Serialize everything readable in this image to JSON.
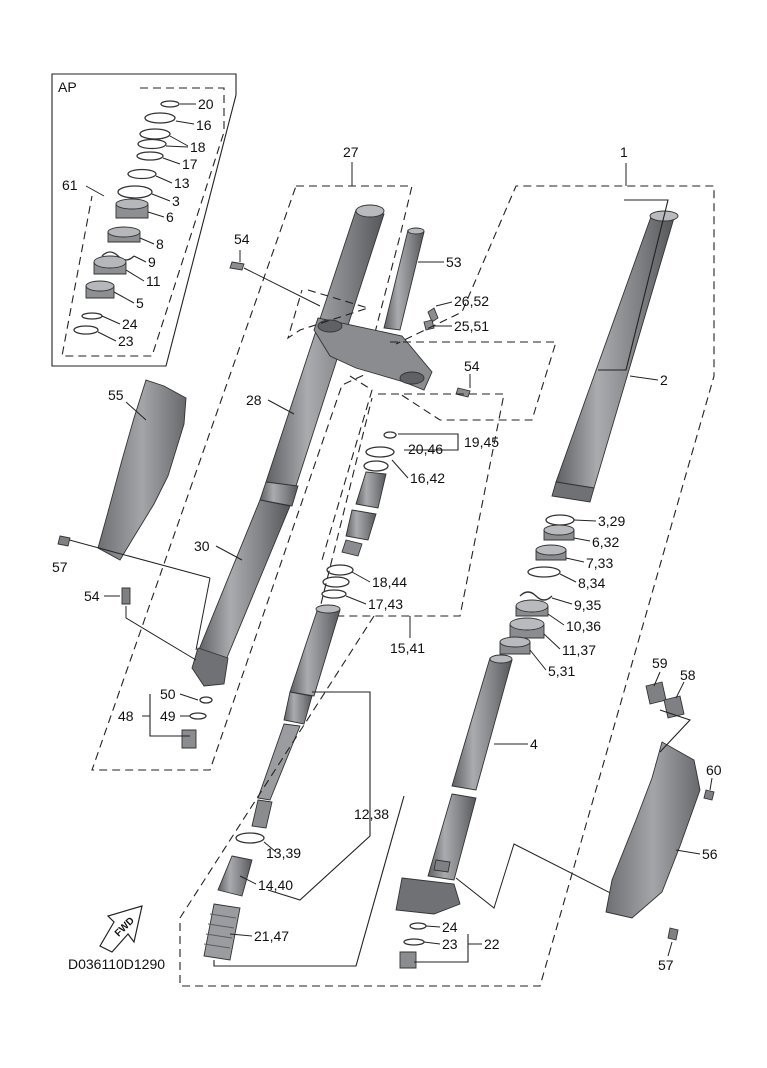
{
  "diagram": {
    "code": "D036110D1290",
    "fwd_label": "FWD",
    "box_ap_label": "AP",
    "colors": {
      "part_dark": "#7b7d80",
      "part_mid": "#9a9c9f",
      "part_light": "#c4c6c8",
      "line": "#222222"
    },
    "callouts": {
      "c1": "1",
      "c2": "2",
      "c3_29": "3,29",
      "c6_32": "6,32",
      "c7_33": "7,33",
      "c8_34": "8,34",
      "c9_35": "9,35",
      "c10_36": "10,36",
      "c11_37": "11,37",
      "c5_31": "5,31",
      "c4": "4",
      "c22": "22",
      "c24b": "24",
      "c23b": "23",
      "c27": "27",
      "c53": "53",
      "c54a": "54",
      "c26_52": "26,52",
      "c25_51": "25,51",
      "c54b": "54",
      "c28": "28",
      "c30": "30",
      "c19_45": "19,45",
      "c20_46": "20,46",
      "c16_42": "16,42",
      "c18_44": "18,44",
      "c17_43": "17,43",
      "c15_41": "15,41",
      "c12_38": "12,38",
      "c13_39": "13,39",
      "c14_40": "14,40",
      "c21_47": "21,47",
      "c55": "55",
      "c57a": "57",
      "c54c": "54",
      "c50": "50",
      "c49": "49",
      "c48": "48",
      "c59": "59",
      "c58": "58",
      "c60": "60",
      "c56": "56",
      "c57b": "57",
      "ap20": "20",
      "ap16": "16",
      "ap18": "18",
      "ap17": "17",
      "ap13": "13",
      "ap61": "61",
      "ap3": "3",
      "ap6": "6",
      "ap8": "8",
      "ap9": "9",
      "ap11": "11",
      "ap5": "5",
      "ap24": "24",
      "ap23": "23"
    }
  }
}
